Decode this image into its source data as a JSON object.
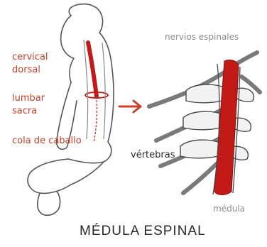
{
  "title": "MÉDULA ESPINAL",
  "baby_labels": {
    "cervical": "cervical",
    "dorsal": "dorsal",
    "lumbar": "lumbar",
    "sacra": "sacra",
    "cola": "cola de caballo"
  },
  "spine_labels": {
    "nerves": "nervios espinales",
    "vertebrae": "vértebras",
    "cord": "médula"
  },
  "colors": {
    "accent": "#c8412a",
    "cord": "#c21a17",
    "outline": "#4a4a4a",
    "nerve": "#7a7a7a",
    "bone": "#f2f2f2"
  }
}
